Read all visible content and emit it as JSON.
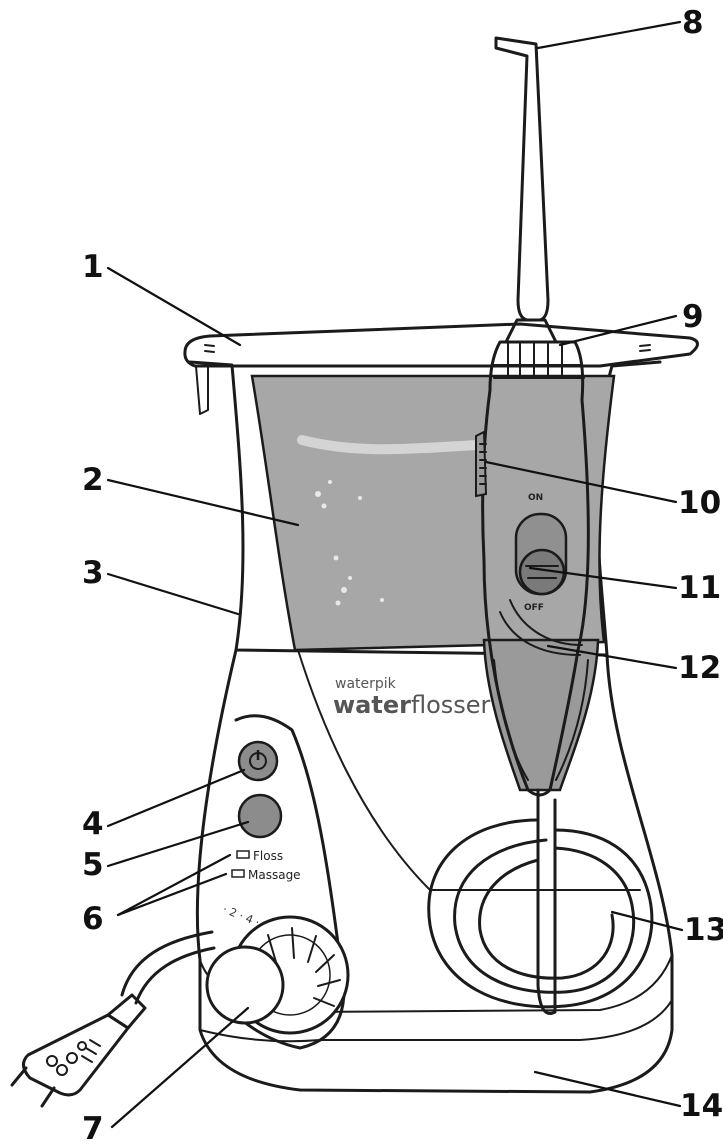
{
  "brand": {
    "small": "waterpik",
    "large_bold": "water",
    "large_light": "flosser"
  },
  "handle": {
    "on_label": "ON",
    "off_label": "OFF"
  },
  "modes": {
    "floss": "Floss",
    "massage": "Massage"
  },
  "dial_scale": "· 2 · 4 · 6 · 8 · 10",
  "callouts": [
    "1",
    "2",
    "3",
    "4",
    "5",
    "6",
    "7",
    "8",
    "9",
    "10",
    "11",
    "12",
    "13",
    "14"
  ]
}
